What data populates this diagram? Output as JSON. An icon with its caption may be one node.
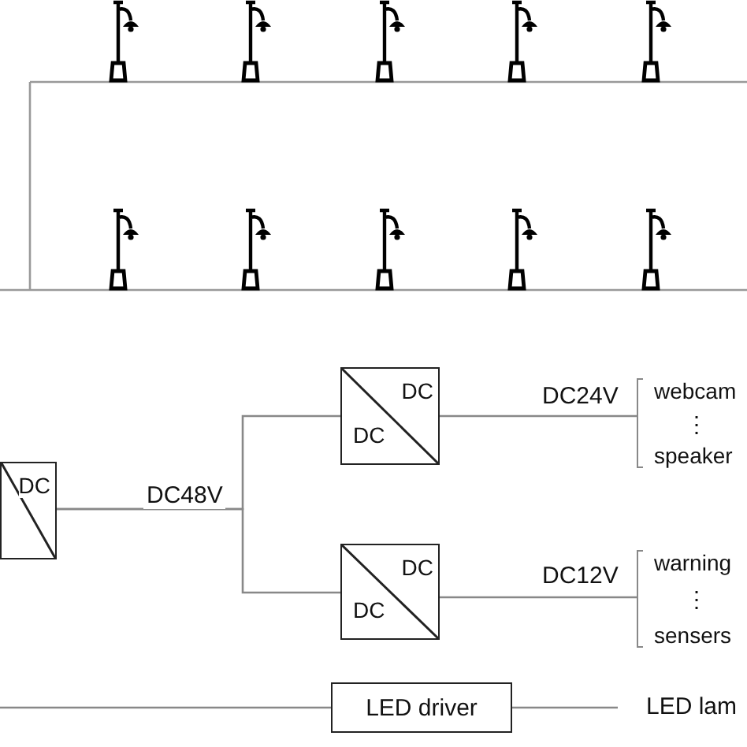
{
  "diagram": {
    "nodes": [
      {
        "text": [
          "DC"
        ]
      },
      {
        "text": [
          "DC",
          "DC"
        ]
      },
      {
        "text": [
          "DC",
          "DC"
        ]
      },
      {
        "text": [
          "webcam",
          "⋮",
          "speaker"
        ]
      },
      {
        "text": [
          "warning",
          "⋮",
          "sensers"
        ]
      },
      {
        "text": [
          "LED driver"
        ]
      },
      {
        "text": [
          "LED lam"
        ]
      }
    ],
    "edges": [
      {
        "from": 0,
        "to": 1,
        "arrow": "none",
        "label": "DC48V"
      },
      {
        "from": 0,
        "to": 2,
        "arrow": "none"
      },
      {
        "from": 1,
        "to": 3,
        "arrow": "none",
        "label": "DC24V"
      },
      {
        "from": 2,
        "to": 4,
        "arrow": "none",
        "label": "DC12V"
      },
      {
        "from": null,
        "to": 5,
        "arrow": "none"
      },
      {
        "from": 5,
        "to": 6,
        "arrow": "none"
      }
    ]
  }
}
